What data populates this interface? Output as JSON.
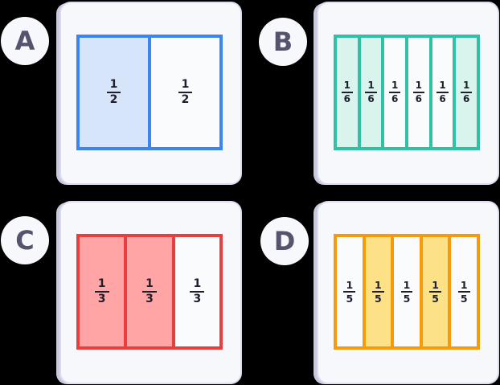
{
  "background_color": "#000000",
  "style": {
    "card_background": "#f7f8fb",
    "card_border": "#dcdcf0",
    "card_shadow": "#c9c9dc",
    "letter_color": "#54546e",
    "fraction_text_color": "#1e1e2c"
  },
  "cards": [
    {
      "letter": "A",
      "accent": "#3c85ee",
      "shaded_fill": "#d7e5fa",
      "unshaded_fill": "#fafbfd",
      "numerator": "1",
      "denominator": "2",
      "segments": [
        "shaded",
        "unshaded"
      ]
    },
    {
      "letter": "B",
      "accent": "#2ec1a5",
      "shaded_fill": "#d8f4ec",
      "unshaded_fill": "#fafbfd",
      "numerator": "1",
      "denominator": "6",
      "segments": [
        "shaded",
        "shaded",
        "unshaded",
        "unshaded",
        "unshaded",
        "shaded"
      ]
    },
    {
      "letter": "C",
      "accent": "#e73f3f",
      "shaded_fill": "#ffa5a5",
      "unshaded_fill": "#fafbfd",
      "numerator": "1",
      "denominator": "3",
      "segments": [
        "shaded",
        "shaded",
        "unshaded"
      ]
    },
    {
      "letter": "D",
      "accent": "#f8990a",
      "shaded_fill": "#fce187",
      "unshaded_fill": "#fafbfd",
      "numerator": "1",
      "denominator": "5",
      "segments": [
        "unshaded",
        "shaded",
        "unshaded",
        "shaded",
        "unshaded"
      ]
    }
  ]
}
